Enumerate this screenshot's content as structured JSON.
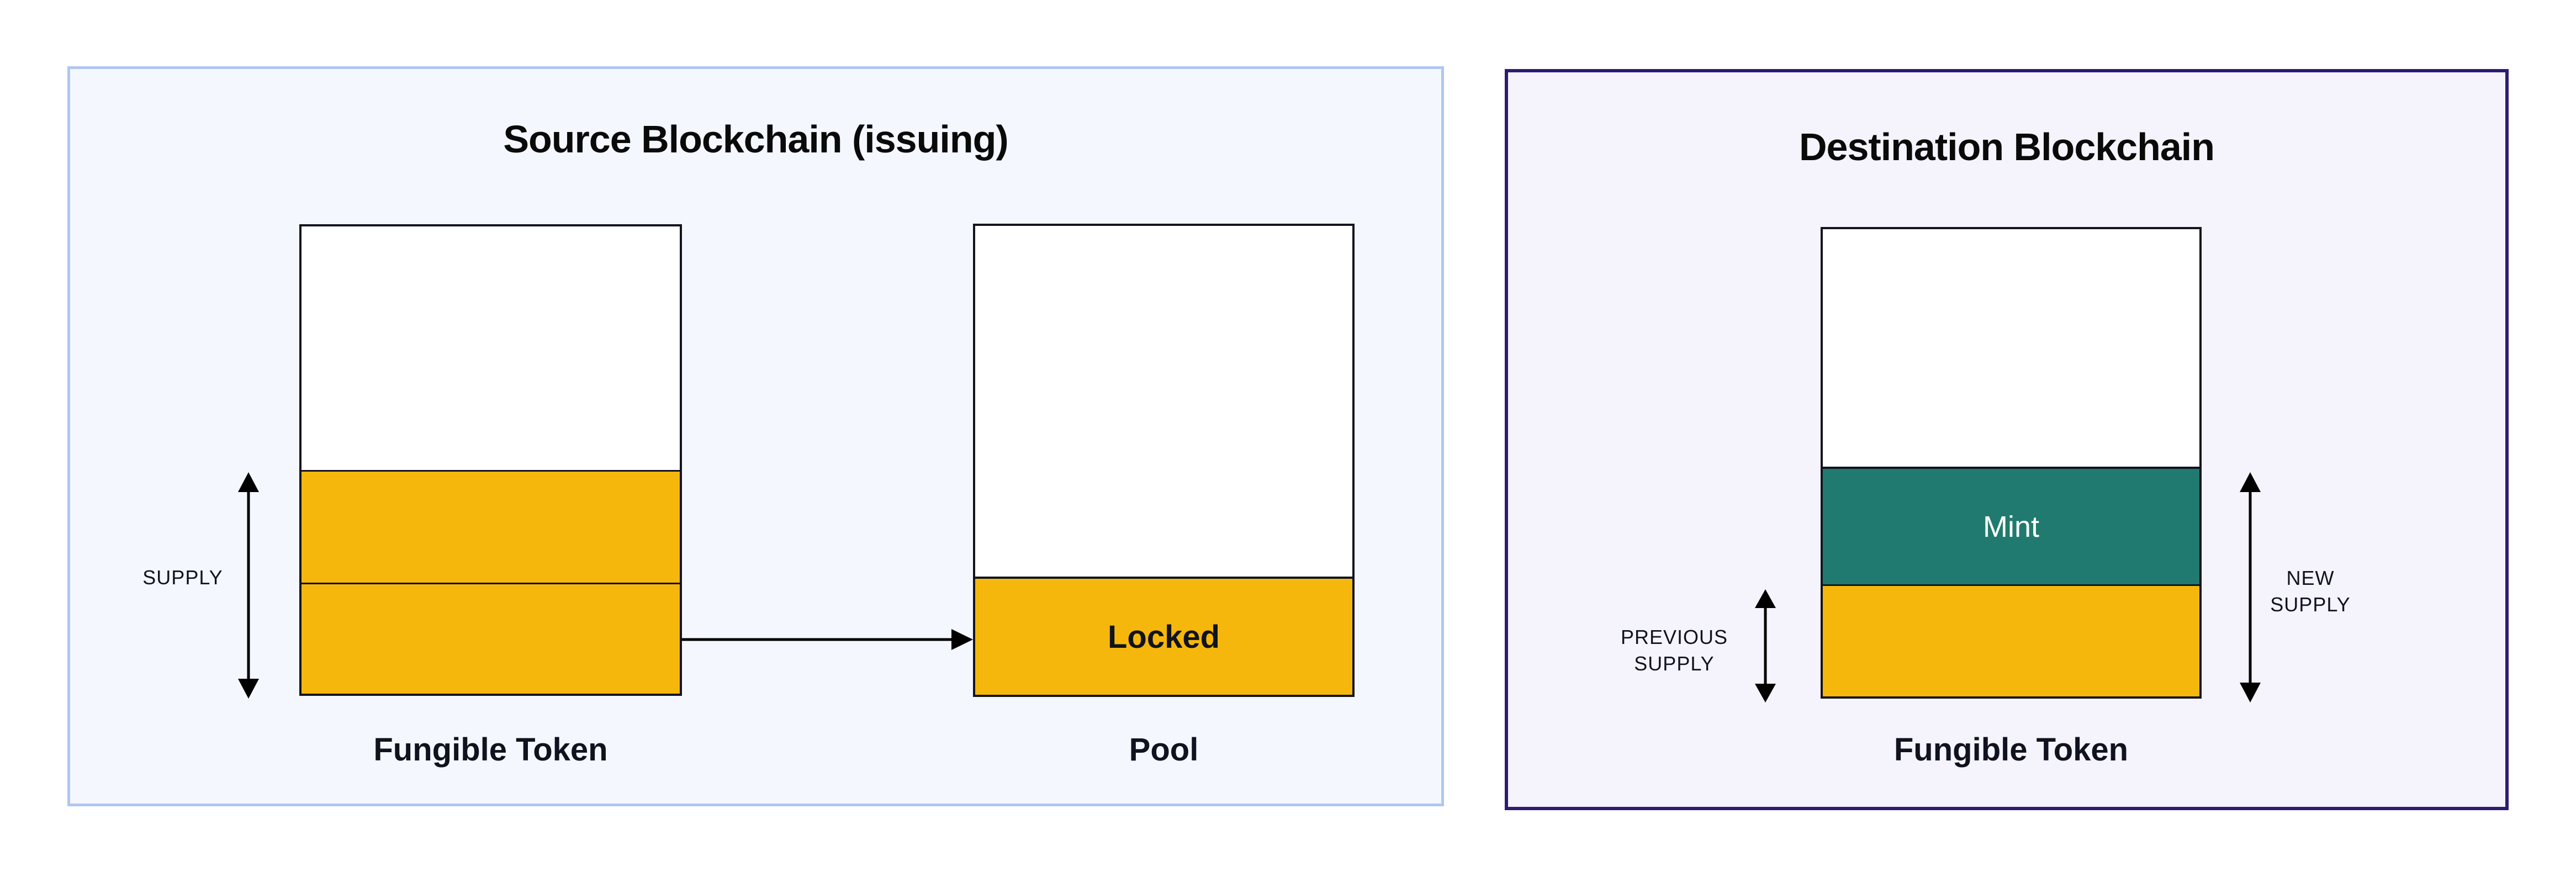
{
  "colors": {
    "amber": "#F6B70C",
    "teal": "#217A6F",
    "source_panel_bg": "#F4F7FE",
    "source_panel_border": "#B0C6F1",
    "destination_panel_bg": "#F5F3FC",
    "destination_panel_border": "#2E1C71",
    "box_border": "#12141F",
    "dark_text": "#10131F",
    "mint_text": "#FFFFFF",
    "arrow": "#000000"
  },
  "source_panel": {
    "title": "Source Blockchain (issuing)",
    "supply_label": "SUPPLY",
    "token_box_label": "Fungible Token",
    "locked_label": "Locked",
    "pool_box_label": "Pool"
  },
  "destination_panel": {
    "title": "Destination Blockchain",
    "previous_supply_line1": "PREVIOUS",
    "previous_supply_line2": "SUPPLY",
    "new_supply_line1": "NEW",
    "new_supply_line2": "SUPPLY",
    "mint_label": "Mint",
    "token_box_label": "Fungible Token"
  }
}
